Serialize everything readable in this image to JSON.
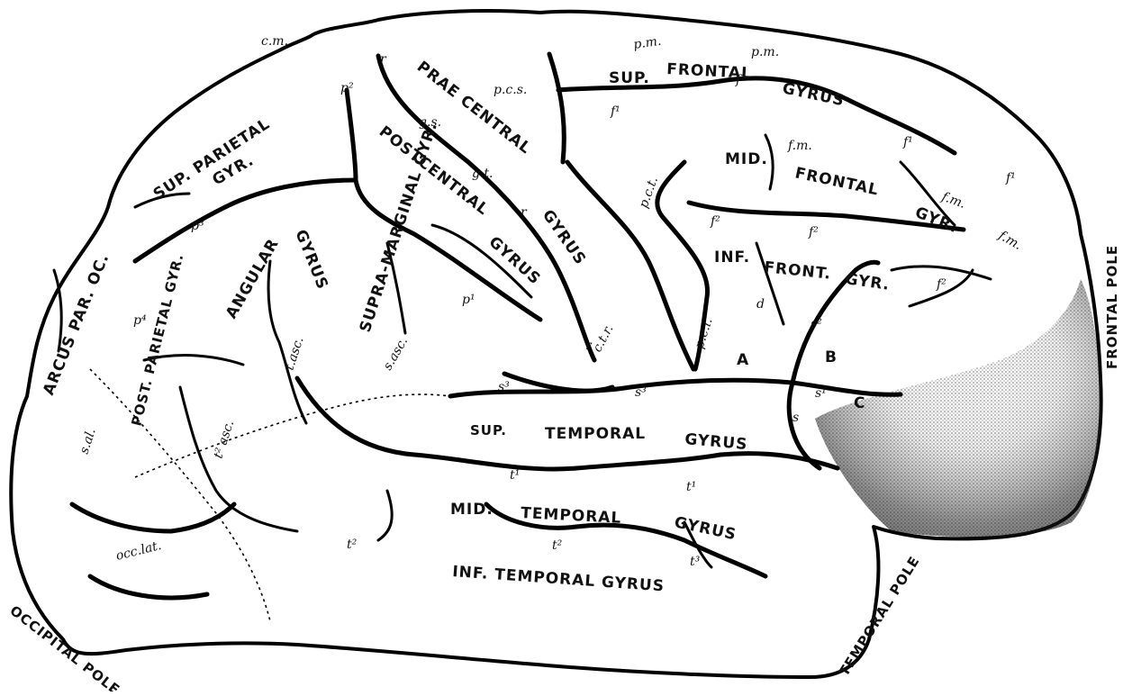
{
  "figure": {
    "gyri": {
      "sup_frontal": [
        "SUP.",
        "FRONTAL",
        "GYRUS"
      ],
      "mid_frontal": [
        "MID.",
        "FRONTAL",
        "GYR."
      ],
      "inf_frontal": [
        "INF.",
        "FRONT.",
        "GYR."
      ],
      "praecentral": "PRAE CENTRAL",
      "praecentral_gyrus": "GYRUS",
      "postcentral": "POSTCENTRAL",
      "postcentral_gyrus": "GYRUS",
      "sup_parietal": [
        "SUP. PARIETAL",
        "GYR."
      ],
      "angular": "ANGULAR",
      "angular_gyrus": "GYRUS",
      "supra_marginal": "SUPRA-MARGINAL GYR.",
      "arcus": "ARCUS PAR. OC.",
      "post_parietal": "POST. PARIETAL GYR.",
      "sup_temporal": [
        "SUP.",
        "TEMPORAL",
        "GYRUS"
      ],
      "mid_temporal": [
        "MID.",
        "TEMPORAL",
        "GYRUS"
      ],
      "inf_temporal": "INF. TEMPORAL GYRUS"
    },
    "letters": {
      "a": "A",
      "b": "B",
      "c": "C"
    },
    "poles": {
      "frontal": "FRONTAL POLE",
      "temporal": "TEMPORAL POLE",
      "occipital": "OCCIPITAL POLE"
    },
    "sulci": {
      "cm": "c.m.",
      "pm1": "p.m.",
      "pm2": "p.m.",
      "r1": "r",
      "r2": "r",
      "r3": "r",
      "pcs": "p.c.s.",
      "gs": "g.s.",
      "gt": "g.t.",
      "p2": "p²",
      "p3": "p³",
      "p4": "p⁴",
      "p1": "p¹",
      "f1a": "f¹",
      "f1b": "f¹",
      "f1c": "f¹",
      "f1d": "f¹",
      "fm1": "f.m.",
      "fm2": "f.m.",
      "fm3": "f.m.",
      "f2a": "f²",
      "f2b": "f²",
      "f2c": "f²",
      "pct": "p.c.t.",
      "pci": "p.c.i.",
      "ctr": "c.t.r.",
      "d": "d",
      "s1": "s¹",
      "s2": "s²",
      "s3a": "s³",
      "s3b": "s³",
      "s": "s",
      "tasc": "t.asc.",
      "t2asc": "t² asc.",
      "sasc": "s.asc.",
      "sal": "s.al.",
      "t1a": "t¹",
      "t1b": "t¹",
      "t2a": "t²",
      "t2b": "t²",
      "t3": "t³",
      "occlat": "occ.lat."
    }
  }
}
